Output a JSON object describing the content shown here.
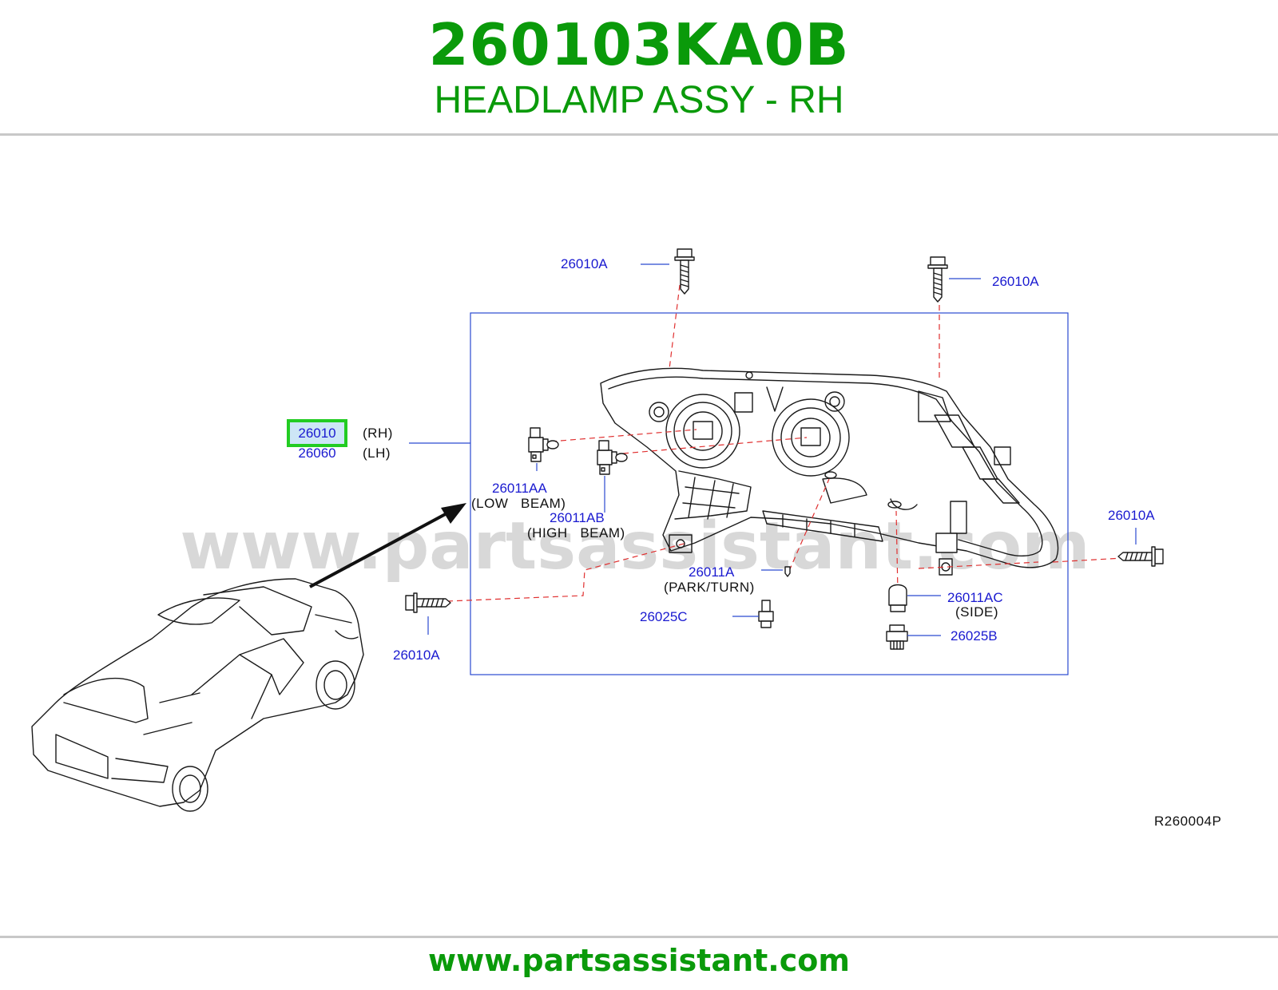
{
  "header": {
    "part_number": "260103KA0B",
    "part_name": "HEADLAMP ASSY - RH"
  },
  "watermark": "www.partsassistant.com",
  "footer": {
    "url": "www.partsassistant.com"
  },
  "diagram_code": "R260004P",
  "colors": {
    "brand_green": "#0a9a0a",
    "callout_blue": "#1a1ad0",
    "highlight": "#22cc22",
    "dash_red": "#e03030"
  },
  "callouts": {
    "main_rh": "26010",
    "main_rh_side": "(RH)",
    "main_lh": "26060",
    "main_lh_side": "(LH)",
    "screw_top_left": "26010A",
    "screw_top_right": "26010A",
    "screw_right": "26010A",
    "screw_bottom_left": "26010A",
    "bulb_low": "26011AA",
    "bulb_low_desc": "(LOW   BEAM)",
    "bulb_high": "26011AB",
    "bulb_high_desc": "(HIGH   BEAM)",
    "bulb_park": "26011A",
    "bulb_park_desc": "(PARK/TURN)",
    "socket_park": "26025C",
    "bulb_side": "26011AC",
    "bulb_side_desc": "(SIDE)",
    "socket_side": "26025B"
  }
}
